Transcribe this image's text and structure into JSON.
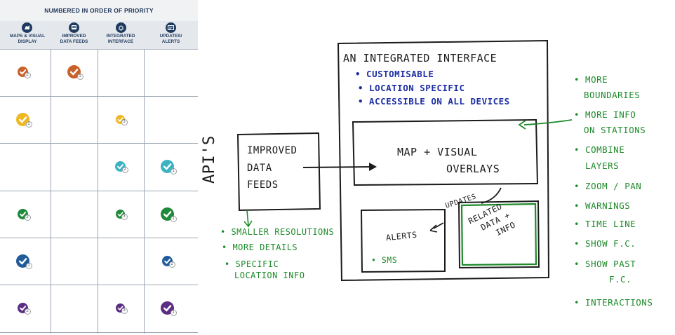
{
  "table": {
    "title": "NUMBERED IN ORDER OF PRIORITY",
    "columns": [
      {
        "label_l1": "MAPS & VISUAL",
        "label_l2": "DISPLAY",
        "icon": "map-icon"
      },
      {
        "label_l1": "IMPROVED",
        "label_l2": "DATA FEEDS",
        "icon": "data-feed-icon"
      },
      {
        "label_l1": "INTEGRATED",
        "label_l2": "INTERFACE",
        "icon": "bell-icon"
      },
      {
        "label_l1": "UPDATES/",
        "label_l2": "ALERTS",
        "icon": "alerts-icon"
      }
    ],
    "rows": [
      {
        "color": "#c8622a",
        "cells": [
          2,
          1,
          null,
          null
        ]
      },
      {
        "color": "#efb821",
        "cells": [
          1,
          null,
          3,
          null
        ]
      },
      {
        "color": "#3bb3c3",
        "cells": [
          null,
          null,
          2,
          1
        ]
      },
      {
        "color": "#1e8a3a",
        "cells": [
          2,
          null,
          3,
          1
        ]
      },
      {
        "color": "#1f5c99",
        "cells": [
          1,
          null,
          null,
          2
        ]
      },
      {
        "color": "#5b2d83",
        "cells": [
          2,
          null,
          3,
          1
        ]
      }
    ]
  },
  "sketch": {
    "interface_title": "AN INTEGRATED INTERFACE",
    "bullets": [
      "• CUSTOMISABLE",
      "• LOCATION SPECIFIC",
      "• ACCESSIBLE ON ALL DEVICES"
    ],
    "map_box": {
      "line1": "MAP + VISUAL",
      "line2": "OVERLAYS"
    },
    "alerts_box": {
      "label": "ALERTS",
      "sub": "• SMS"
    },
    "related_box": {
      "line1": "RELATED",
      "line2": "DATA +",
      "line3": "INFO"
    },
    "updates_label": "UPDATES",
    "apis_label": "API'S",
    "feeds_box": {
      "line1": "IMPROVED",
      "line2": "DATA",
      "line3": "FEEDS"
    },
    "feed_notes": [
      "• SMALLER RESOLUTIONS",
      "• MORE DETAILS",
      "• SPECIFIC",
      "LOCATION INFO"
    ],
    "map_notes": [
      "• MORE",
      "BOUNDARIES",
      "• MORE INFO",
      "ON STATIONS",
      "• COMBINE",
      "LAYERS",
      "• ZOOM / PAN",
      "• WARNINGS",
      "• TIME LINE",
      "• SHOW F.C.",
      "• SHOW PAST",
      "F.C.",
      "• INTERACTIONS"
    ],
    "colors": {
      "ink": "#1b1b1b",
      "blue": "#1d2ea3",
      "green": "#1e8a2a"
    }
  }
}
